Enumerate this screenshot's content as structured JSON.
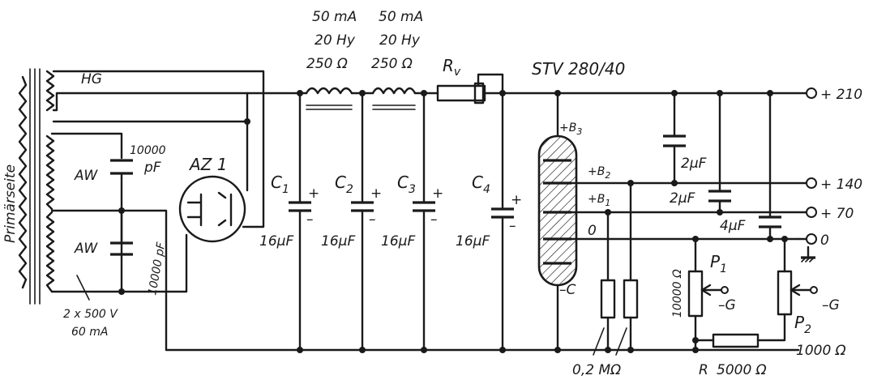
{
  "transformer": {
    "primary": "Primärseite",
    "heater": "HG",
    "winding_top": "AW",
    "winding_bottom": "AW",
    "rating_1": "2 x 500 V",
    "rating_2": "60 mA"
  },
  "input_caps": {
    "top": [
      "10000",
      "pF"
    ],
    "bottom": "10000 pF"
  },
  "rectifier": "AZ 1",
  "chokes": [
    {
      "current": "50 mA",
      "inductance": "20 Hy",
      "resistance": "250 Ω"
    },
    {
      "current": "50 mA",
      "inductance": "20 Hy",
      "resistance": "250 Ω"
    }
  ],
  "series_resistor": {
    "name": "R",
    "sub": "v"
  },
  "filter_caps": [
    {
      "name": "C",
      "index": "1",
      "value": "16µF"
    },
    {
      "name": "C",
      "index": "2",
      "value": "16µF"
    },
    {
      "name": "C",
      "index": "3",
      "value": "16µF"
    },
    {
      "name": "C",
      "index": "4",
      "value": "16µF"
    }
  ],
  "plus_sign": "+",
  "minus_sign": "–",
  "stabilizer": {
    "type": "STV 280/40",
    "b3": [
      "+B",
      "3"
    ],
    "b2": [
      "+B",
      "2"
    ],
    "b1": [
      "+B",
      "1"
    ],
    "zero": "0",
    "neg_c": "–C"
  },
  "decoupling_caps": [
    "2µF",
    "2µF",
    "4µF"
  ],
  "outputs": [
    "+ 210",
    "+ 140",
    "+ 70",
    "0"
  ],
  "bleeders": "0,2 MΩ",
  "pots": [
    {
      "name": "P",
      "index": "1",
      "value": "10000 Ω",
      "tap": "–G"
    },
    {
      "name": "P",
      "index": "2",
      "value": "1000 Ω",
      "tap": "–G"
    }
  ],
  "bottom_resistor": {
    "name": "R",
    "value": "5000 Ω"
  }
}
